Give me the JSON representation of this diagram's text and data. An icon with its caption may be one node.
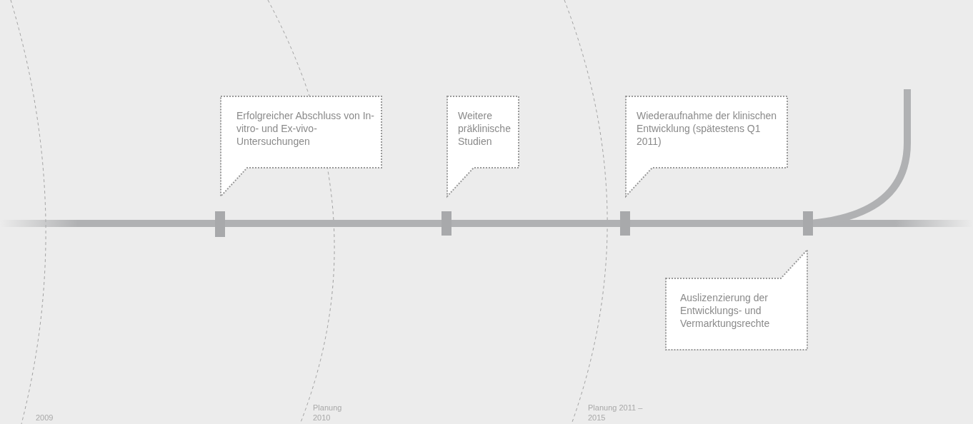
{
  "diagram": {
    "nodes": [
      {
        "text": [
          "Erfolgreicher Abschluss von In-vitro- und Ex-vivo-Untersuchungen"
        ]
      },
      {
        "text": [
          "Weitere präklinische Studien"
        ]
      },
      {
        "text": [
          "Wiederaufnahme der klinischen Entwicklung (spätestens Q1 2011)"
        ]
      },
      {
        "text": [
          "Auslizenzierung der Entwicklungs- und Vermarktungsrechte"
        ]
      }
    ],
    "labels": [
      "2009",
      "Planung 2010",
      "Planung 2011 – 2015"
    ]
  }
}
